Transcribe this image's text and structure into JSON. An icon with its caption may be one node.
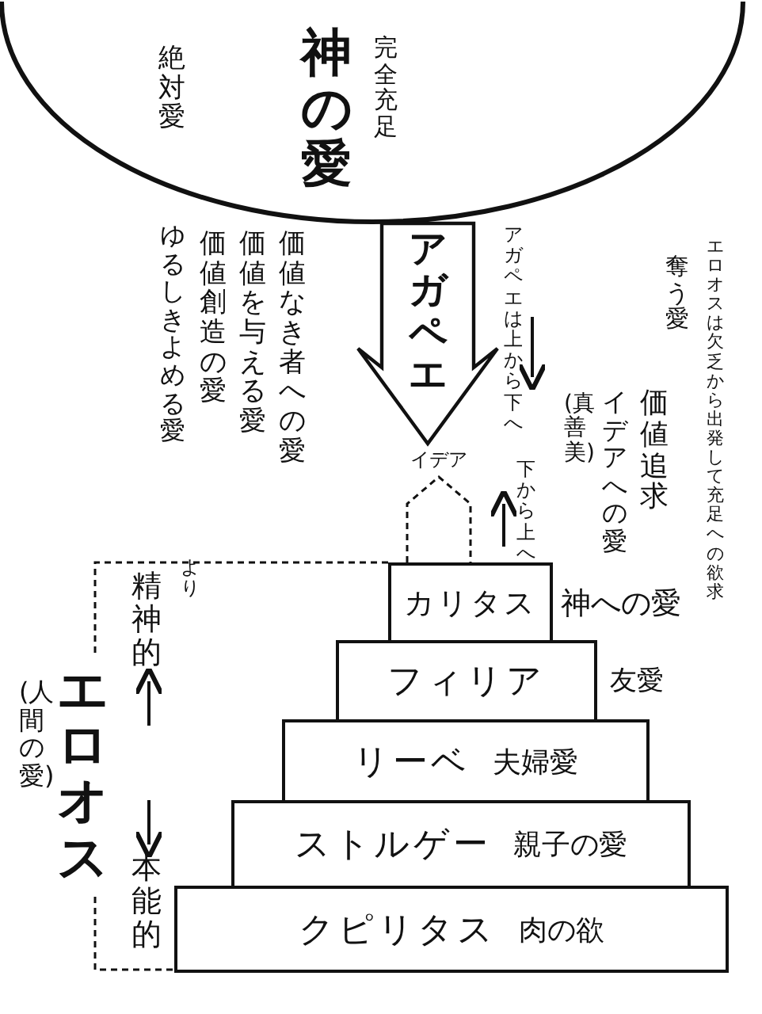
{
  "diagram": {
    "nodes": [
      {
        "text": [
          "絶対愛",
          "神の愛",
          "完全充足"
        ]
      },
      {
        "text": [
          "アガペエ"
        ]
      },
      {
        "text": [
          "イデア"
        ]
      },
      {
        "text": [
          "カリタス"
        ],
        "beside": [
          "神への愛"
        ]
      },
      {
        "text": [
          "フィリア"
        ],
        "beside": [
          "友愛"
        ]
      },
      {
        "text": [
          "リーベ",
          "夫婦愛"
        ]
      },
      {
        "text": [
          "ストルゲー",
          "親子の愛"
        ]
      },
      {
        "text": [
          "クピリタス",
          "肉の欲"
        ]
      }
    ],
    "labels": [
      "価値なき者への愛",
      "価値を与える愛",
      "価値創造の愛",
      "ゆるしきよめる愛",
      "アガペエは上から下へ",
      "エロオスは欠乏から出発して充足への欲求",
      "奪う愛",
      "価値追求",
      "イデアへの愛",
      "(真善美)",
      "下から上へ",
      "より",
      "精神的",
      "エロオス",
      "(人間の愛)",
      "本能的"
    ]
  }
}
